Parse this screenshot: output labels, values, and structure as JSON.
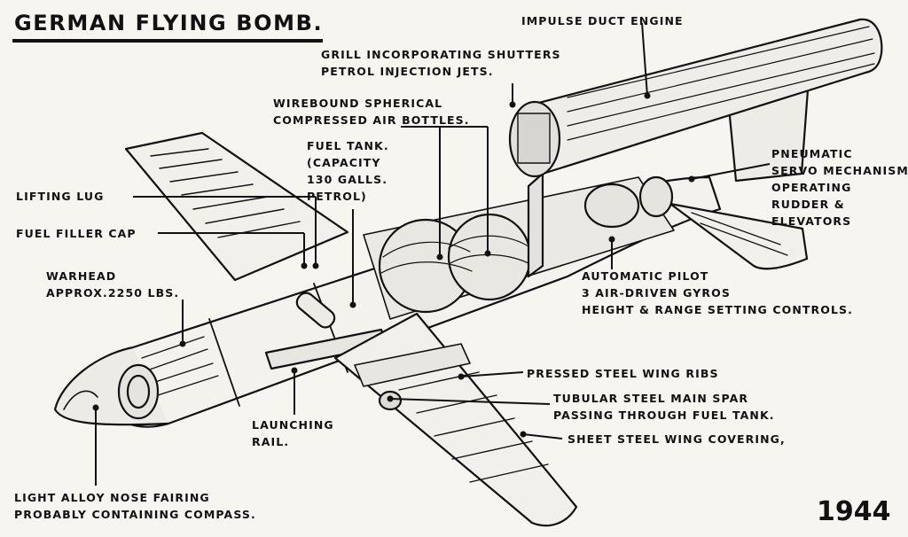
{
  "title": "GERMAN FLYING BOMB.",
  "year": "1944",
  "labels": {
    "impulse_duct_engine": "IMPULSE DUCT ENGINE",
    "grill": "GRILL INCORPORATING SHUTTERS\nPETROL INJECTION JETS.",
    "air_bottles": "WIREBOUND SPHERICAL\nCOMPRESSED AIR BOTTLES.",
    "fuel_tank": "FUEL TANK.\n(CAPACITY\n130 GALLS.\nPETROL)",
    "lifting_lug": "LIFTING LUG",
    "fuel_filler_cap": "FUEL FILLER CAP",
    "warhead": "WARHEAD\nAPPROX.2250 LBS.",
    "pneumatic_servo": "PNEUMATIC\nSERVO MECHANISM\nOPERATING\nRUDDER &\nELEVATORS",
    "automatic_pilot": "AUTOMATIC PILOT\n3 AIR-DRIVEN GYROS\nHEIGHT & RANGE SETTING CONTROLS.",
    "wing_ribs": "PRESSED STEEL WING RIBS",
    "main_spar": "TUBULAR STEEL MAIN SPAR\nPASSING THROUGH FUEL TANK.",
    "launching_rail": "LAUNCHING\nRAIL.",
    "wing_covering": "SHEET STEEL WING COVERING,",
    "nose_fairing": "LIGHT ALLOY NOSE FAIRING\nPROBABLY CONTAINING COMPASS."
  }
}
